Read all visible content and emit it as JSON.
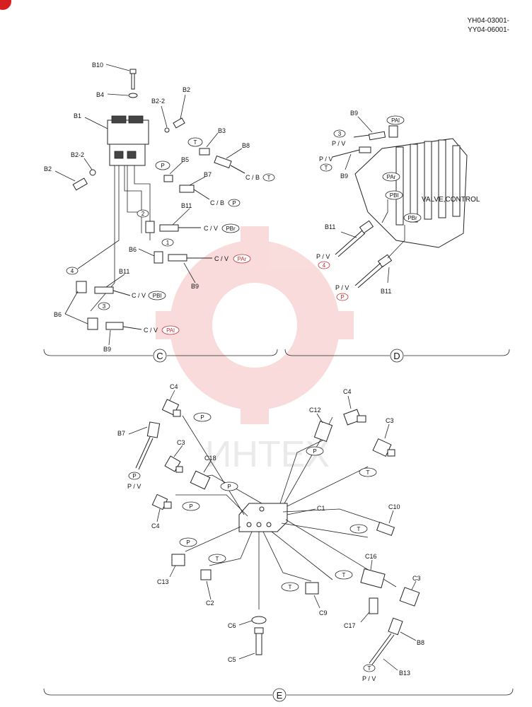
{
  "header": {
    "line1": "YH04-03001-",
    "line2": "YY04-06001-"
  },
  "watermark": "ИНТЕХ",
  "section_labels": {
    "c": "C",
    "d": "D",
    "e": "E"
  },
  "valve_label": "VALVE,CONTROL",
  "c_labels": {
    "b10": "B10",
    "b4": "B4",
    "b2_top": "B2",
    "b2_2_top": "B2-2",
    "b1": "B1",
    "b3": "B3",
    "b8": "B8",
    "b2_2_left": "B2-2",
    "b2_left": "B2",
    "b5": "B5",
    "b7": "B7",
    "b11_a": "B11",
    "b6_a": "B6",
    "b9_a": "B9",
    "b11_b": "B11",
    "b6_b": "B6",
    "b9_b": "B9"
  },
  "c_pills": {
    "t1": "T",
    "p1": "P",
    "t2": "T",
    "p2": "P",
    "pbr": "PBr",
    "par": "PAr",
    "pbl": "PBl",
    "pal": "PAl"
  },
  "c_texts": {
    "cb1": "C / B",
    "cb2": "C / B",
    "cv1": "C / V",
    "cv2": "C / V",
    "cv3": "C / V",
    "cv4": "C / V"
  },
  "c_circles": {
    "n2": "2",
    "n1": "1",
    "n4": "4",
    "n3": "3"
  },
  "d_labels": {
    "b9_a": "B9",
    "b9_b": "B9",
    "b11_a": "B11",
    "b11_b": "B11"
  },
  "d_pills": {
    "pal": "PAl",
    "par": "PAr",
    "pbl": "PBl",
    "pbr": "PBr",
    "p": "P"
  },
  "d_texts": {
    "pv1": "P / V",
    "pv2": "P / V",
    "pv3": "P / V",
    "pv4": "P / V"
  },
  "d_circles": {
    "n3": "3",
    "t": "T",
    "n4": "4"
  },
  "e_labels": {
    "c4_a": "C4",
    "c4_b": "C4",
    "c4_c": "C4",
    "c12": "C12",
    "c3_a": "C3",
    "c3_b": "C3",
    "c3_c": "C3",
    "b7": "B7",
    "c18": "C18",
    "c1": "C1",
    "c10": "C10",
    "c13": "C13",
    "c2": "C2",
    "c16": "C16",
    "c9": "C9",
    "c17": "C17",
    "c6": "C6",
    "c5": "C5",
    "b8": "B8",
    "b13": "B13"
  },
  "e_pills": {
    "p1": "P",
    "p2": "P",
    "p3": "P",
    "p4": "P",
    "p5": "P",
    "p6": "P",
    "t1": "T",
    "t2": "T",
    "t3": "T",
    "t4": "T",
    "t5": "T",
    "t6": "T"
  },
  "e_texts": {
    "pv1": "P / V",
    "pv2": "P / V"
  }
}
